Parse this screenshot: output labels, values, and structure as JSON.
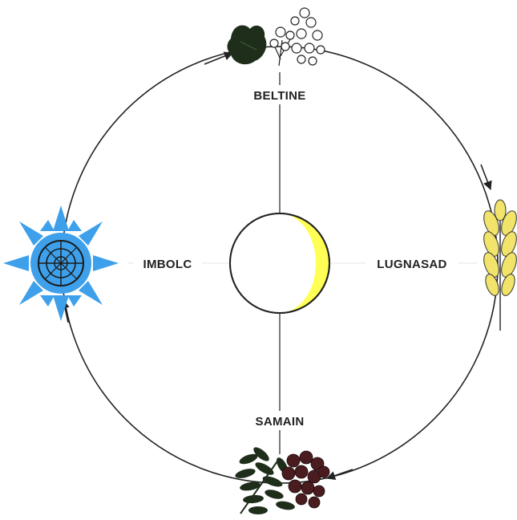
{
  "diagram": {
    "labels": {
      "top": "BELTINE",
      "left": "IMBOLC",
      "right": "LUGNASAD",
      "bottom": "SAMAIN"
    },
    "symbols": {
      "top": "leaf-and-blossom-icon",
      "left": "snowflake-sun-icon",
      "right": "wheat-ear-icon",
      "bottom": "leaves-and-berries-icon",
      "center": "crescent-moon-icon"
    },
    "colors": {
      "wheel": "#222222",
      "moon": "#ffff55",
      "snowflake": "#3ea0ea",
      "wheat": "#f2e36a",
      "leaves": "#1e2e1a",
      "berries": "#4a1c20"
    }
  }
}
